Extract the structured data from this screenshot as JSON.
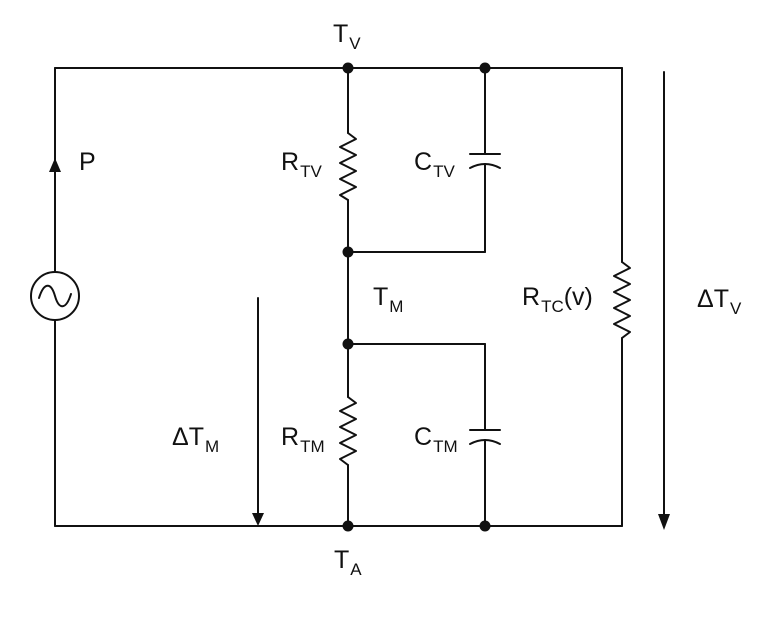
{
  "diagram": {
    "labels": {
      "t_v": {
        "main": "T",
        "sub": "V"
      },
      "t_a": {
        "main": "T",
        "sub": "A"
      },
      "t_m": {
        "main": "T",
        "sub": "M"
      },
      "p": {
        "main": "P"
      },
      "r_tv": {
        "main": "R",
        "sub": "TV"
      },
      "c_tv": {
        "main": "C",
        "sub": "TV"
      },
      "r_tm": {
        "main": "R",
        "sub": "TM"
      },
      "c_tm": {
        "main": "C",
        "sub": "TM"
      },
      "r_tc": {
        "main": "R",
        "sub": "TC",
        "suffix": "(v)"
      },
      "delta_t_v": {
        "main": "ΔT",
        "sub": "V"
      },
      "delta_t_m": {
        "main": "ΔT",
        "sub": "M"
      }
    },
    "colors": {
      "wire": "#111111",
      "background": "#ffffff"
    },
    "icons": {
      "source": "ac-source-icon",
      "resistor": "resistor-icon",
      "capacitor": "capacitor-icon",
      "arrow": "arrow-icon",
      "node": "node-dot-icon"
    }
  }
}
